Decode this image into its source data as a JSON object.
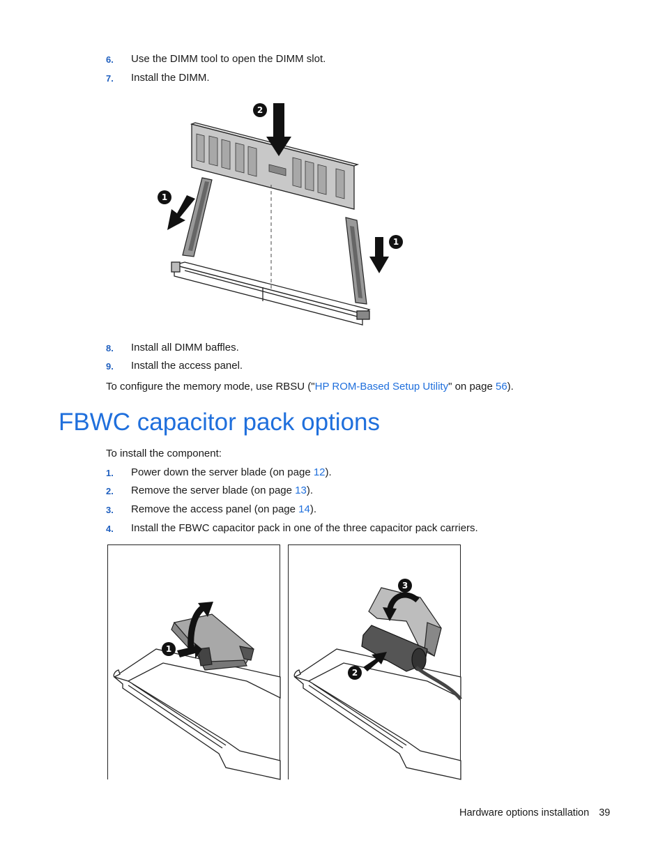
{
  "steps_top": [
    {
      "num": "6.",
      "text": "Use the DIMM tool to open the DIMM slot."
    },
    {
      "num": "7.",
      "text": "Install the DIMM."
    }
  ],
  "steps_mid": [
    {
      "num": "8.",
      "text": "Install all DIMM baffles."
    },
    {
      "num": "9.",
      "text": "Install the access panel."
    }
  ],
  "configure": {
    "prefix": "To configure the memory mode, use RBSU (\"",
    "link": "HP ROM-Based Setup Utility",
    "middle": "\" on page ",
    "page": "56",
    "suffix": ")."
  },
  "section": {
    "title": "FBWC capacitor pack options",
    "intro": "To install the component:"
  },
  "steps_fbwc": [
    {
      "num": "1.",
      "text": "Power down the server blade (on page ",
      "page": "12",
      "after": ")."
    },
    {
      "num": "2.",
      "text": "Remove the server blade (on page ",
      "page": "13",
      "after": ")."
    },
    {
      "num": "3.",
      "text": "Remove the access panel (on page ",
      "page": "14",
      "after": ")."
    },
    {
      "num": "4.",
      "text": "Install the FBWC capacitor pack in one of the three capacitor pack carriers."
    }
  ],
  "figure_dimm": {
    "callouts": [
      "2",
      "1",
      "1"
    ]
  },
  "figure_fbwc": {
    "callouts": [
      "1",
      "3",
      "2"
    ]
  },
  "footer": {
    "section": "Hardware options installation",
    "page": "39"
  }
}
